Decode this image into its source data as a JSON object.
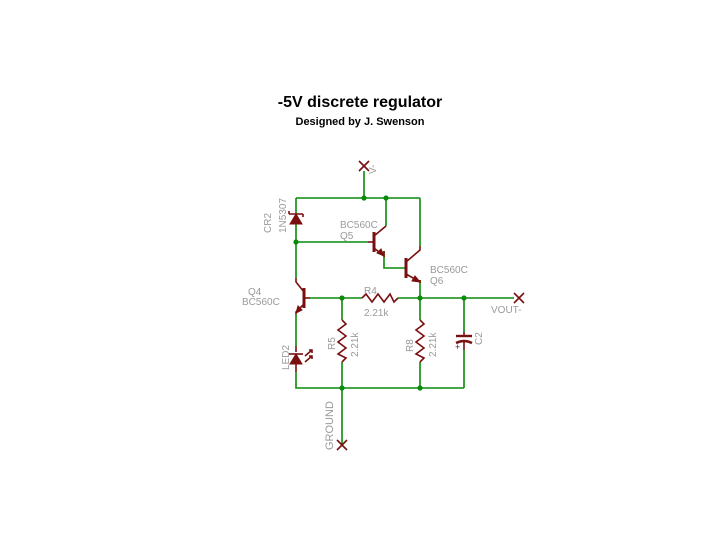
{
  "title": "-5V discrete regulator",
  "subtitle": "Designed by J. Swenson",
  "labels": {
    "vin": "V-",
    "cr2_ref": "CR2",
    "cr2_val": "1N5307",
    "q5_val": "BC560C",
    "q5_ref": "Q5",
    "q6_val": "BC560C",
    "q6_ref": "Q6",
    "q4_ref": "Q4",
    "q4_val": "BC560C",
    "r4_ref": "R4",
    "r4_val": "2.21k",
    "vout": "VOUT-",
    "r5_ref": "R5",
    "r5_val": "2.21k",
    "r8_ref": "R8",
    "r8_val": "2.21k",
    "c2_ref": "C2",
    "c2_pol": "+",
    "led2_ref": "LED2",
    "ground": "GROUND"
  },
  "colors": {
    "wire": "#0a8a0a",
    "component": "#7a0f0f",
    "label": "#9a9a9a"
  }
}
